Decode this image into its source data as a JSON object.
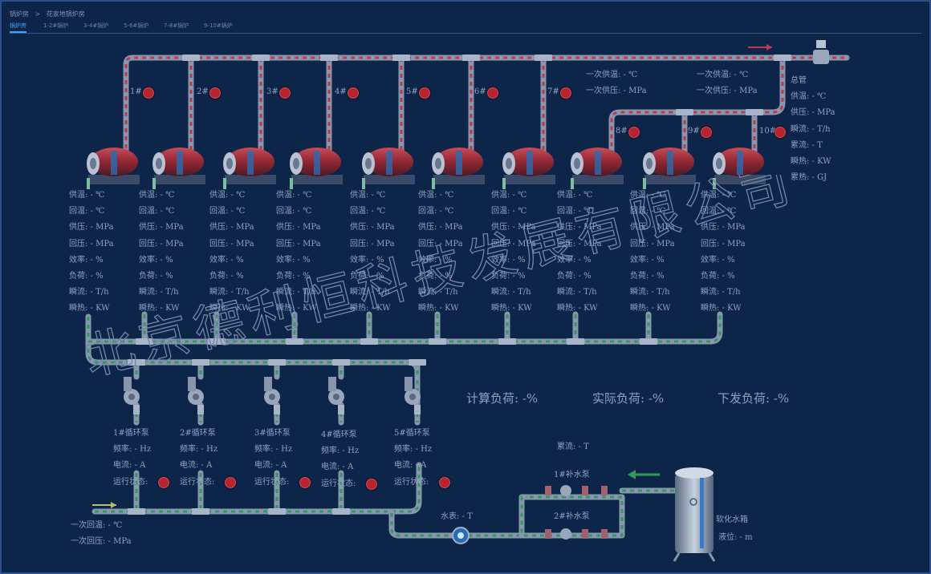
{
  "breadcrumb": {
    "root": "锅炉房",
    "sep": ">",
    "current": "花家地锅炉房"
  },
  "tabs": [
    "锅炉房",
    "1-2#锅炉",
    "3-4#锅炉",
    "5-6#锅炉",
    "7-8#锅炉",
    "9-10#锅炉"
  ],
  "boilers": [
    {
      "label": "1#",
      "supply_temp": "供温: - ℃",
      "return_temp": "回温: - ℃",
      "supply_press": "供压: - MPa",
      "return_press": "回压: - MPa",
      "efficiency": "效率: - %",
      "load": "负荷: - %",
      "flow": "瞬流: - T/h",
      "heat": "瞬热: - KW"
    },
    {
      "label": "2#",
      "supply_temp": "供温: - ℃",
      "return_temp": "回温: - ℃",
      "supply_press": "供压: - MPa",
      "return_press": "回压: - MPa",
      "efficiency": "效率: - %",
      "load": "负荷: - %",
      "flow": "瞬流: - T/h",
      "heat": "瞬热: - KW"
    },
    {
      "label": "3#",
      "supply_temp": "供温: - ℃",
      "return_temp": "回温: - ℃",
      "supply_press": "供压: - MPa",
      "return_press": "回压: - MPa",
      "efficiency": "效率: - %",
      "load": "负荷: - %",
      "flow": "瞬流: - T/h",
      "heat": "瞬热: - KW"
    },
    {
      "label": "4#",
      "supply_temp": "供温: - ℃",
      "return_temp": "回温: - ℃",
      "supply_press": "供压: - MPa",
      "return_press": "回压: - MPa",
      "efficiency": "效率: - %",
      "load": "负荷: - %",
      "flow": "瞬流: - T/h",
      "heat": "瞬热: - KW"
    },
    {
      "label": "5#",
      "supply_temp": "供温: - ℃",
      "return_temp": "回温: - ℃",
      "supply_press": "供压: - MPa",
      "return_press": "回压: - MPa",
      "efficiency": "效率: - %",
      "load": "负荷: - %",
      "flow": "瞬流: - T/h",
      "heat": "瞬热: - KW"
    },
    {
      "label": "6#",
      "supply_temp": "供温: - ℃",
      "return_temp": "回温: - ℃",
      "supply_press": "供压: - MPa",
      "return_press": "回压: - MPa",
      "efficiency": "效率: - %",
      "load": "负荷: - %",
      "flow": "瞬流: - T/h",
      "heat": "瞬热: - KW"
    },
    {
      "label": "7#",
      "supply_temp": "供温: - ℃",
      "return_temp": "回温: - ℃",
      "supply_press": "供压: - MPa",
      "return_press": "回压: - MPa",
      "efficiency": "效率: - %",
      "load": "负荷: - %",
      "flow": "瞬流: - T/h",
      "heat": "瞬热: - KW"
    },
    {
      "label": "8#",
      "supply_temp": "供温: - ℃",
      "return_temp": "回温: - ℃",
      "supply_press": "供压: - MPa",
      "return_press": "回压: - MPa",
      "efficiency": "效率: - %",
      "load": "负荷: - %",
      "flow": "瞬流: - T/h",
      "heat": "瞬热: - KW"
    },
    {
      "label": "9#",
      "supply_temp": "供温: - ℃",
      "return_temp": "回温: - ℃",
      "supply_press": "供压: - MPa",
      "return_press": "回压: - MPa",
      "efficiency": "效率: - %",
      "load": "负荷: - %",
      "flow": "瞬流: - T/h",
      "heat": "瞬热: - KW"
    },
    {
      "label": "10#",
      "supply_temp": "供温: - ℃",
      "return_temp": "回温: - ℃",
      "supply_press": "供压: - MPa",
      "return_press": "回压: - MPa",
      "efficiency": "效率: - %",
      "load": "负荷: - %",
      "flow": "瞬流: - T/h",
      "heat": "瞬热: - KW"
    }
  ],
  "primary_a": {
    "supply_temp": "一次供温: - ℃",
    "supply_press": "一次供压: - MPa"
  },
  "primary_b": {
    "supply_temp": "一次供温: - ℃",
    "supply_press": "一次供压: - MPa"
  },
  "main_pipe": {
    "title": "总管",
    "supply_temp": "供温: - ℃",
    "supply_press": "供压: - MPa",
    "flow": "瞬流: - T/h",
    "total_flow": "累流: - T",
    "heat": "瞬热: - KW",
    "total_heat": "累热: - GJ"
  },
  "loads": {
    "calc": "计算负荷: -%",
    "actual": "实际负荷: -%",
    "issued": "下发负荷: -%"
  },
  "pumps": [
    {
      "name": "1#循环泵",
      "freq": "频率: - Hz",
      "current": "电流: - A",
      "status": "运行状态:"
    },
    {
      "name": "2#循环泵",
      "freq": "频率: - Hz",
      "current": "电流: - A",
      "status": "运行状态:"
    },
    {
      "name": "3#循环泵",
      "freq": "频率: - Hz",
      "current": "电流: - A",
      "status": "运行状态:"
    },
    {
      "name": "4#循环泵",
      "freq": "频率: - Hz",
      "current": "电流: - A",
      "status": "运行状态:"
    },
    {
      "name": "5#循环泵",
      "freq": "频率: - Hz",
      "current": "电流: - A",
      "status": "运行状态:"
    }
  ],
  "primary_return": {
    "temp": "一次回温: - ℃",
    "press": "一次回压: - MPa"
  },
  "water_meter": "水表: - T",
  "makeup_flow": "累流: - T",
  "makeup_pumps": [
    "1#补水泵",
    "2#补水泵"
  ],
  "tank": {
    "name": "软化水箱",
    "level": "液位: - m"
  },
  "watermark": "北京德利恒科技发展有限公司",
  "colors": {
    "background": "#0d2549",
    "supply_pipe": "#c0394a",
    "return_pipe": "#2f9a5a",
    "pipe": "#8a9cb8",
    "status_dot": "#b82330"
  }
}
